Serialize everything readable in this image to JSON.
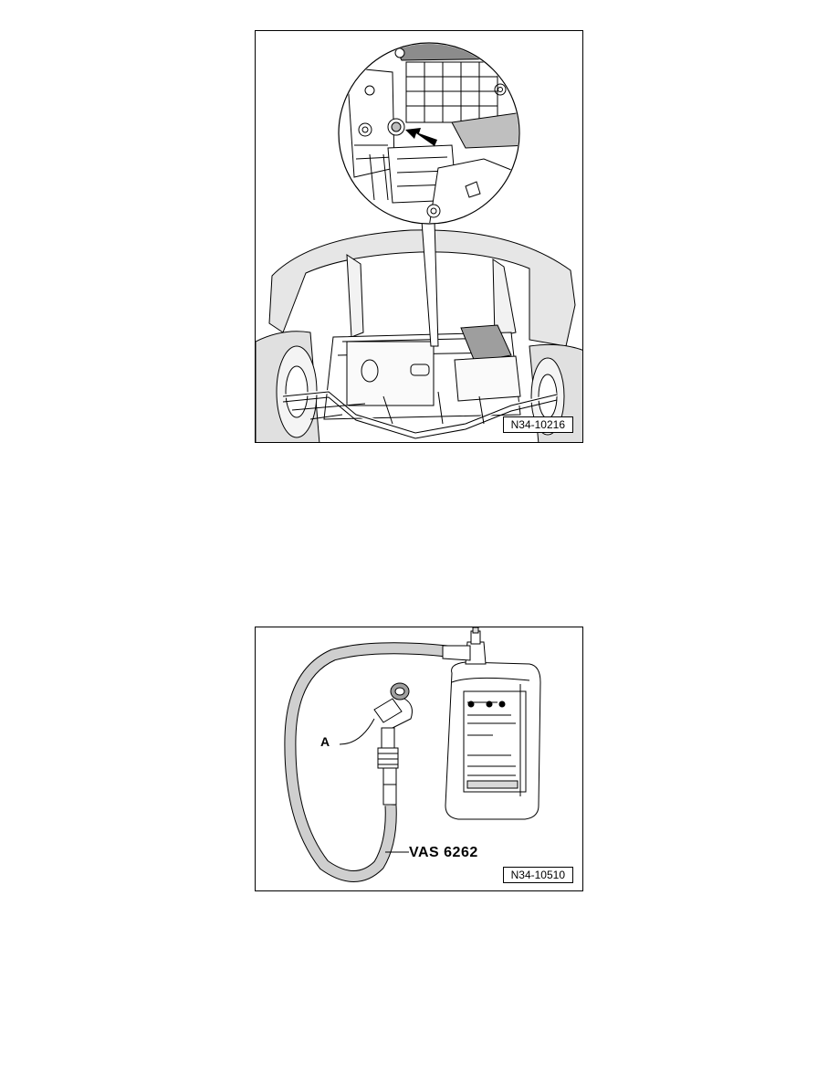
{
  "figure1": {
    "code": "N34-10216"
  },
  "figure2": {
    "code": "N34-10510",
    "label_a": "A",
    "label_tool": "VAS 6262"
  }
}
